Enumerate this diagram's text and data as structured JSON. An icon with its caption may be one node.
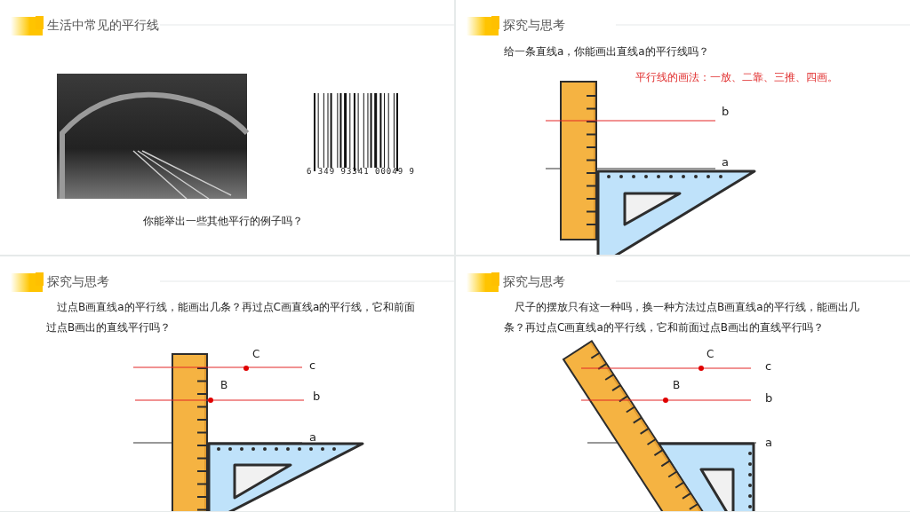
{
  "diagram": {
    "labels": [
      "生活中常见的平行线",
      "6 349 93341 00049 9",
      "你能举出一些其他平行的例子吗？",
      "探究与思考",
      "给一条直线a，你能画出直线a的平行线吗？",
      "平行线的画法：一放、二靠、三推、四画。",
      "b",
      "a",
      "探究与思考",
      "过点B画直线a的平行线，能画出几条？再过点C画直线a的平行线，它和前面过点B画出的直线平行吗？",
      "C",
      "c",
      "B",
      "b",
      "a",
      "探究与思考",
      "尺子的摆放只有这一种吗，换一种方法过点B画直线a的平行线，能画出几条？再过点C画直线a的平行线，它和前面过点B画出的直线平行吗？",
      "C",
      "c",
      "B",
      "b",
      "a"
    ]
  }
}
